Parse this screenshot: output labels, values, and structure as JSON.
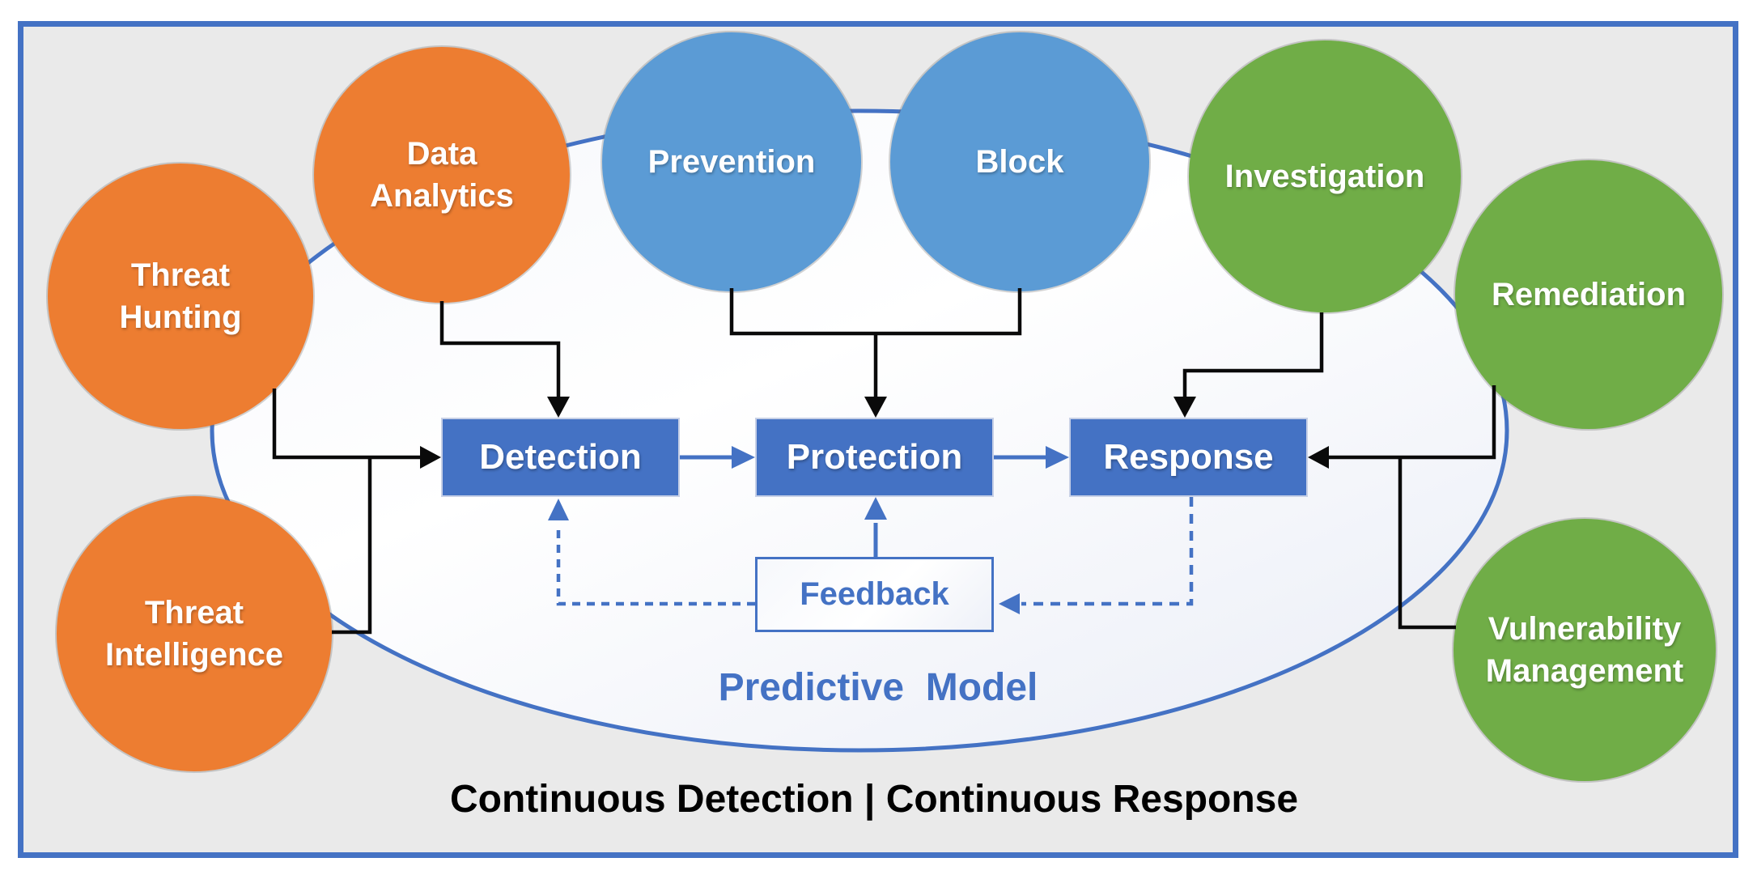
{
  "diagram": {
    "ellipse_label": "Predictive  Model",
    "caption": "Continuous Detection | Continuous Response",
    "circles": [
      {
        "id": "threat-hunting",
        "label": "Threat\nHunting",
        "color": "#ED7D31"
      },
      {
        "id": "data-analytics",
        "label": "Data\nAnalytics",
        "color": "#ED7D31"
      },
      {
        "id": "threat-intelligence",
        "label": "Threat\nIntelligence",
        "color": "#ED7D31"
      },
      {
        "id": "prevention",
        "label": "Prevention",
        "color": "#5B9BD5"
      },
      {
        "id": "block",
        "label": "Block",
        "color": "#5B9BD5"
      },
      {
        "id": "investigation",
        "label": "Investigation",
        "color": "#70AD47"
      },
      {
        "id": "remediation",
        "label": "Remediation",
        "color": "#70AD47"
      },
      {
        "id": "vulnerability-management",
        "label": "Vulnerability\nManagement",
        "color": "#70AD47"
      }
    ],
    "boxes": [
      {
        "id": "detection",
        "label": "Detection"
      },
      {
        "id": "protection",
        "label": "Protection"
      },
      {
        "id": "response",
        "label": "Response"
      }
    ],
    "feedback_label": "Feedback",
    "colors": {
      "orange_circle": "#ED7D31",
      "blue_circle": "#5B9BD5",
      "green_circle": "#70AD47",
      "process_box_blue": "#4472C4",
      "frame_border_blue": "#4472C4",
      "ellipse_stroke_blue": "#4472C4",
      "background_gray": "#EAEAEA",
      "connector_black": "#0a0a0a",
      "caption_black": "#000000"
    }
  }
}
